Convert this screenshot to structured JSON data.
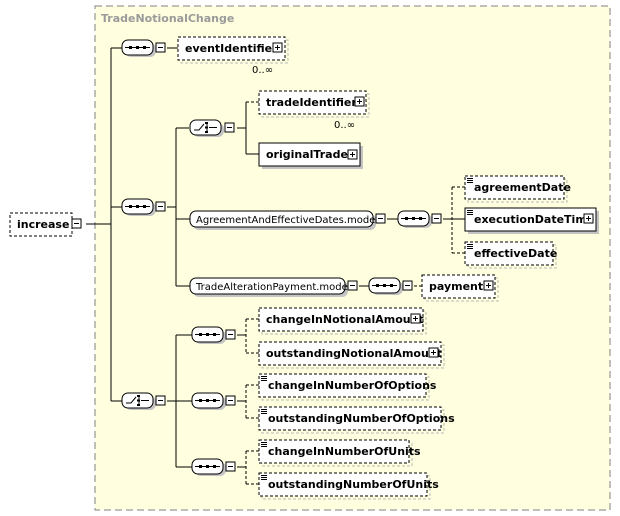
{
  "diagram": {
    "title": "TradeNotionalChange",
    "root": {
      "label": "increase"
    },
    "event_identifier": {
      "label": "eventIdentifier",
      "occurrence": "0..∞"
    },
    "trade_identifier": {
      "label": "tradeIdentifier",
      "occurrence": "0..∞"
    },
    "original_trade": {
      "label": "originalTrade"
    },
    "agreement_group": {
      "label": "AgreementAndEffectiveDates.model"
    },
    "agreement_date": {
      "label": "agreementDate"
    },
    "execution_date_time": {
      "label": "executionDateTime"
    },
    "effective_date": {
      "label": "effectiveDate"
    },
    "payment_group": {
      "label": "TradeAlterationPayment.model"
    },
    "payment": {
      "label": "payment"
    },
    "change_in_notional_amount": {
      "label": "changeInNotionalAmount"
    },
    "outstanding_notional_amount": {
      "label": "outstandingNotionalAmount"
    },
    "change_in_number_of_options": {
      "label": "changeInNumberOfOptions"
    },
    "outstanding_number_of_options": {
      "label": "outstandingNumberOfOptions"
    },
    "change_in_number_of_units": {
      "label": "changeInNumberOfUnits"
    },
    "outstanding_number_of_units": {
      "label": "outstandingNumberOfUnits"
    }
  }
}
